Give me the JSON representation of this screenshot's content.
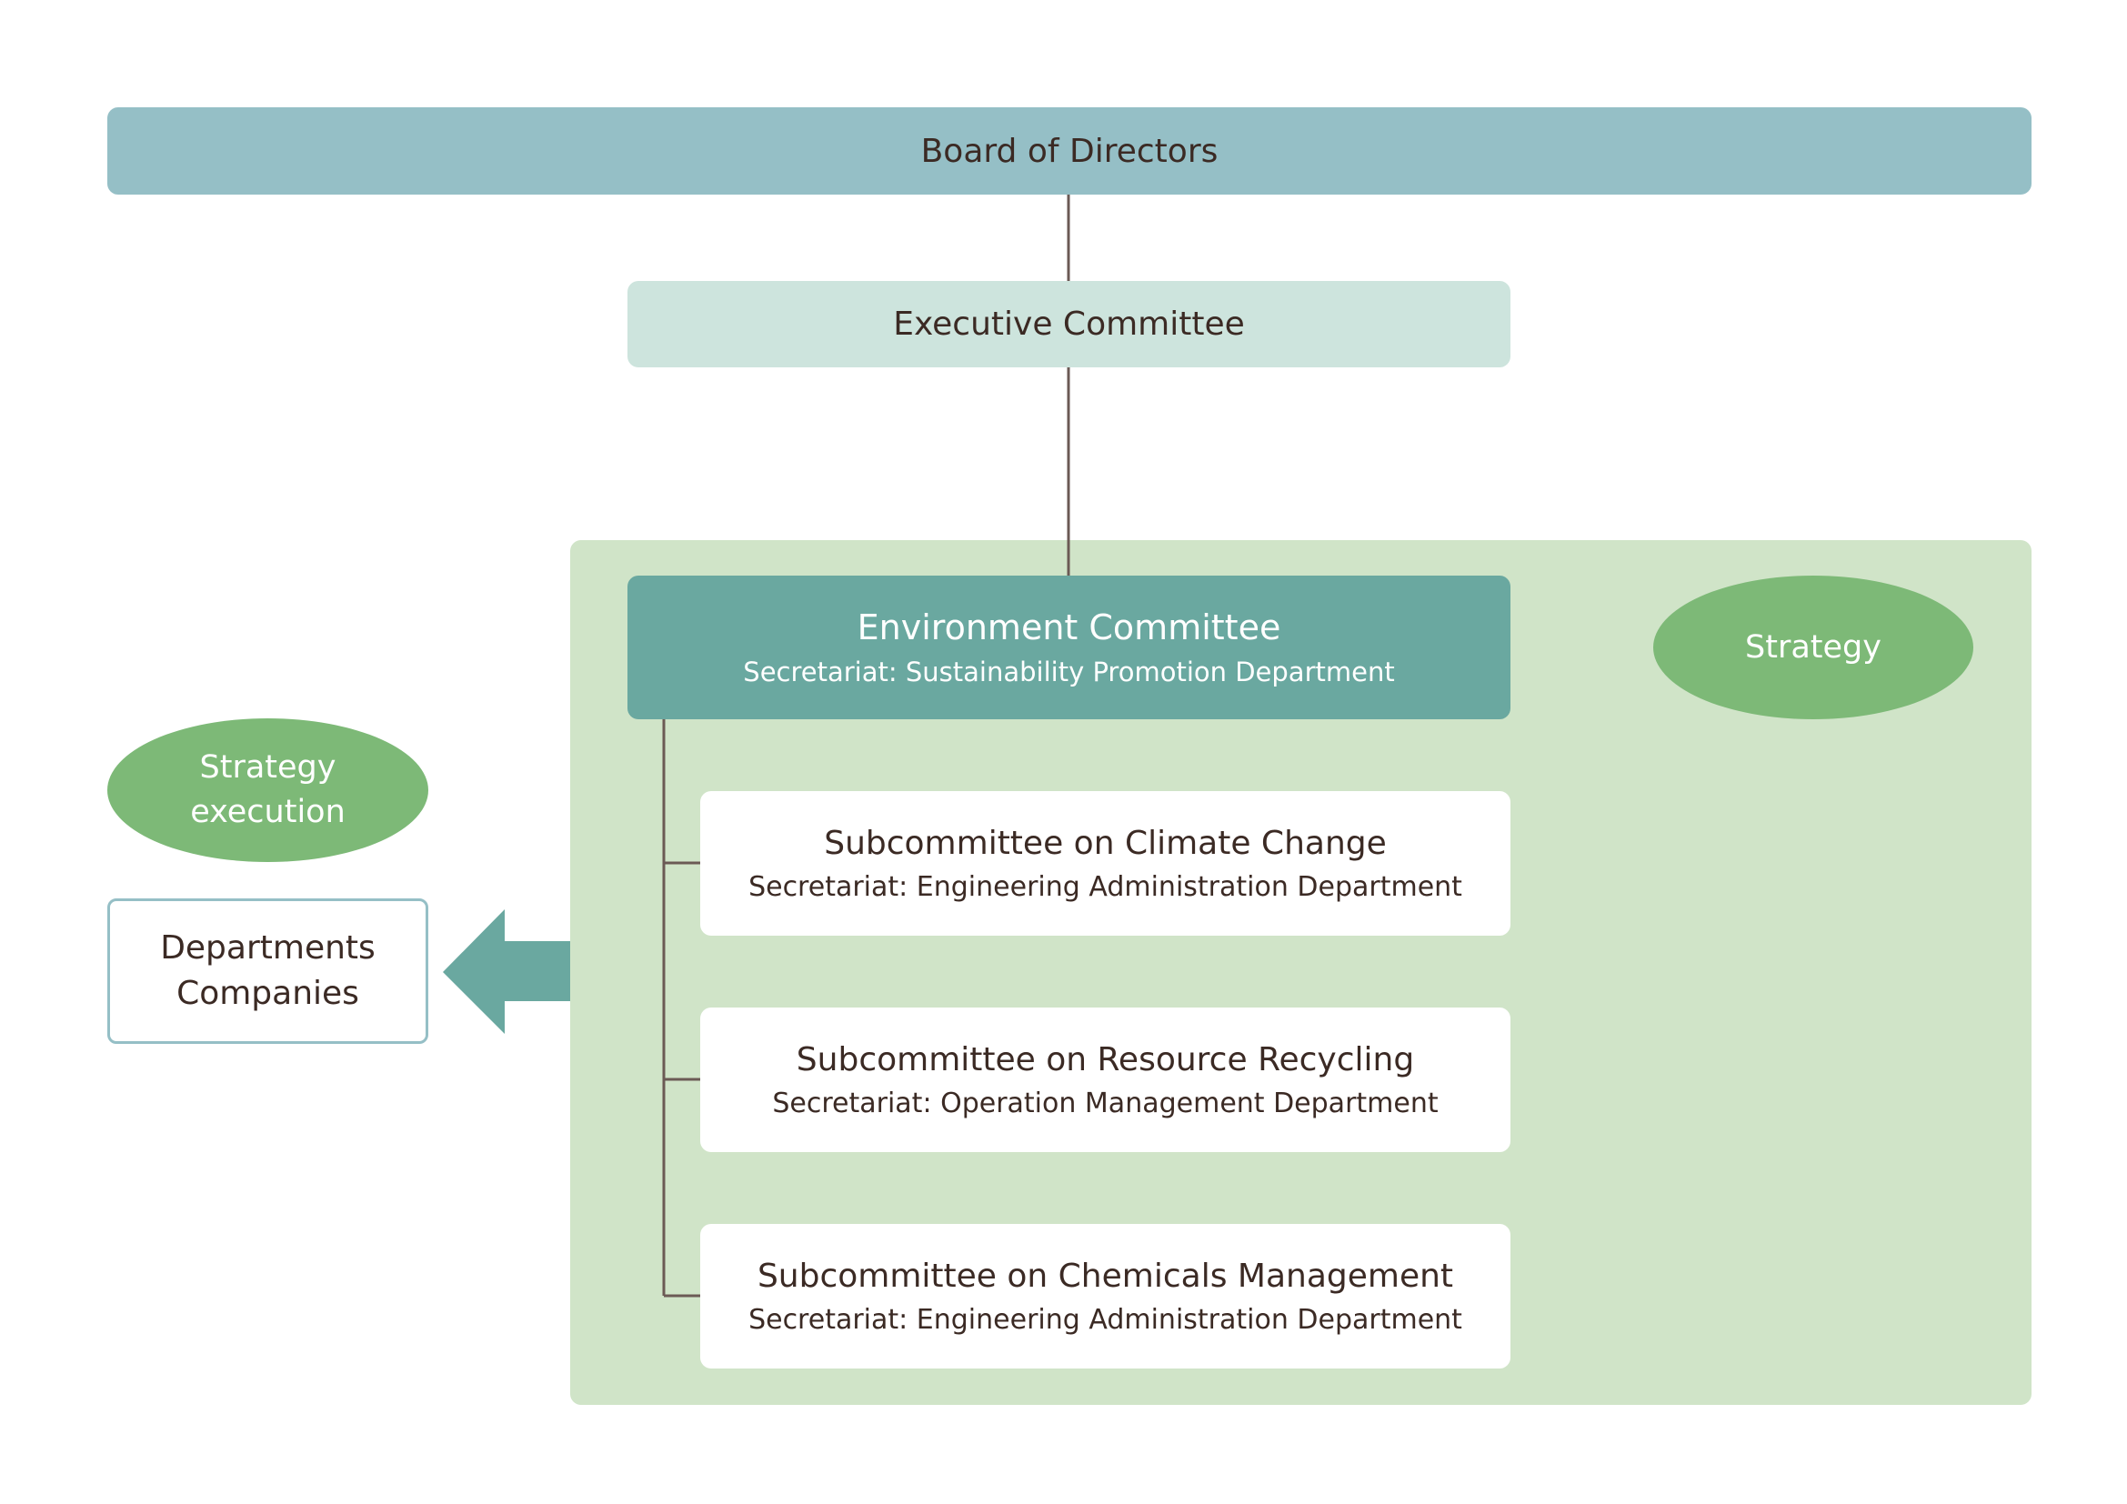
{
  "board": {
    "title": "Board of Directors"
  },
  "executive": {
    "title": "Executive Committee"
  },
  "environment": {
    "title": "Environment Committee",
    "secretariat": "Secretariat: Sustainability Promotion Department"
  },
  "subcommittees": [
    {
      "title": "Subcommittee on Climate Change",
      "secretariat": "Secretariat: Engineering Administration Department"
    },
    {
      "title": "Subcommittee on Resource Recycling",
      "secretariat": "Secretariat: Operation Management Department"
    },
    {
      "title": "Subcommittee on Chemicals Management",
      "secretariat": "Secretariat: Engineering Administration Department"
    }
  ],
  "strategy_label": "Strategy",
  "strategy_execution": {
    "line1": "Strategy",
    "line2": "execution"
  },
  "departments": {
    "line1": "Departments",
    "line2": "Companies"
  },
  "colors": {
    "board": "#95bfc6",
    "executive": "#cde4dd",
    "environment": "#6aa8a0",
    "panel": "#d0e4c8",
    "oval": "#7db977",
    "connector": "#6b5a55",
    "text": "#3b2a24"
  }
}
